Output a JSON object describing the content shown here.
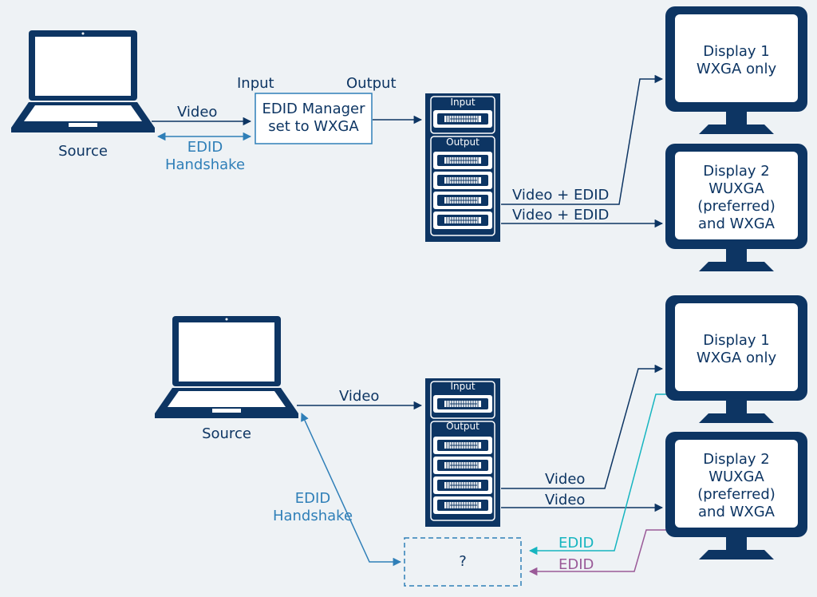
{
  "top": {
    "source_label": "Source",
    "video_label": "Video",
    "edid_handshake_lines": [
      "EDID",
      "Handshake"
    ],
    "input_label": "Input",
    "output_label": "Output",
    "edid_manager_lines": [
      "EDID Manager",
      "set to WXGA"
    ],
    "switcher": {
      "input_tag": "Input",
      "output_tag": "Output"
    },
    "video_edid_1": "Video + EDID",
    "video_edid_2": "Video + EDID",
    "display1_lines": [
      "Display 1",
      "WXGA only"
    ],
    "display2_lines": [
      "Display 2",
      "WUXGA",
      "(preferred)",
      "and WXGA"
    ]
  },
  "bottom": {
    "source_label": "Source",
    "video_label": "Video",
    "edid_handshake_lines": [
      "EDID",
      "Handshake"
    ],
    "switcher": {
      "input_tag": "Input",
      "output_tag": "Output"
    },
    "video_1": "Video",
    "video_2": "Video",
    "unknown_box": "?",
    "edid_1": "EDID",
    "edid_2": "EDID",
    "display1_lines": [
      "Display 1",
      "WXGA only"
    ],
    "display2_lines": [
      "Display 2",
      "WUXGA",
      "(preferred)",
      "and WXGA"
    ]
  },
  "colors": {
    "dark_navy": "#0d3563",
    "blue": "#2f7fb8",
    "teal": "#16b5c0",
    "purple": "#9a5a98",
    "background": "#eef2f5"
  },
  "icons": [
    "laptop-icon",
    "matrix-switcher-icon",
    "dvi-port-icon",
    "monitor-icon",
    "arrow-icon"
  ]
}
